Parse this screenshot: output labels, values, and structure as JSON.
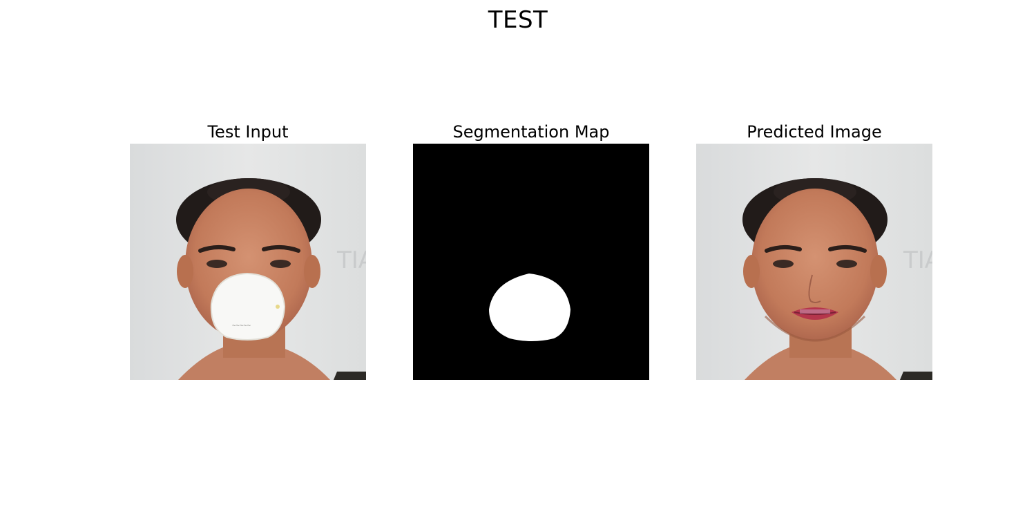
{
  "figure": {
    "title": "TEST"
  },
  "panels": [
    {
      "title": "Test Input"
    },
    {
      "title": "Segmentation Map"
    },
    {
      "title": "Predicted Image"
    }
  ],
  "colors": {
    "background": "#ffffff",
    "mask_background": "#000000",
    "mask_foreground": "#ffffff",
    "skin": "#c98464",
    "hair": "#1f1a18",
    "wall": "#e3e4e4",
    "lips": "#b5364c"
  }
}
